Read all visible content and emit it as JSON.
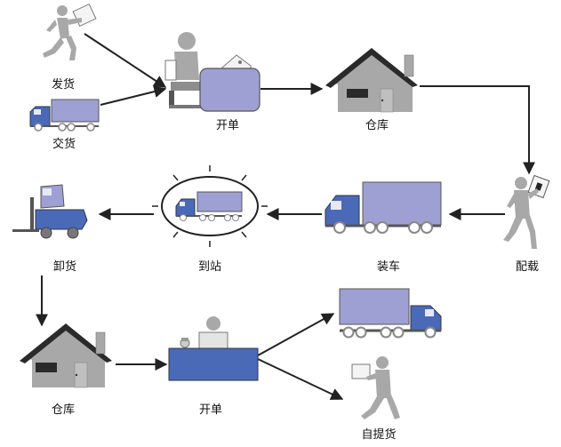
{
  "labels": {
    "fahuo": "发货",
    "jiaohuo": "交货",
    "kaidan_top": "开单",
    "cangku_top": "仓库",
    "peizai": "配载",
    "zhuangche": "装车",
    "daozhan": "到站",
    "xiehuo": "卸货",
    "cangku_bottom": "仓库",
    "kaidan_bottom": "开单",
    "ziti": "自提货"
  },
  "colors": {
    "box": "#9EA0D4",
    "blue": "#4A6AB8",
    "grey": "#A8A8A8",
    "dark": "#2A2A2A",
    "arrow": "#222222"
  }
}
